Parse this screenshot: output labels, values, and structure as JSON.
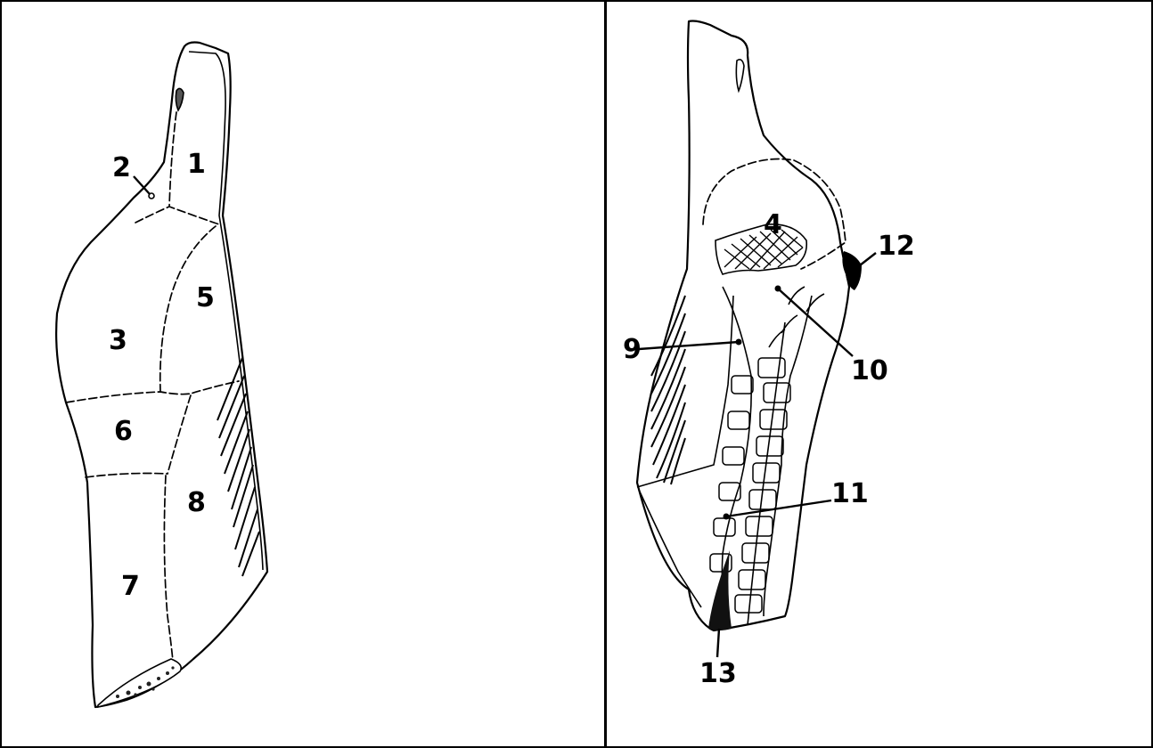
{
  "left_panel": {
    "labels": {
      "l1": "1",
      "l2": "2",
      "l3": "3",
      "l5": "5",
      "l6": "6",
      "l7": "7",
      "l8": "8"
    }
  },
  "right_panel": {
    "labels": {
      "l4": "4",
      "l9": "9",
      "l10": "10",
      "l11": "11",
      "l12": "12",
      "l13": "13"
    }
  },
  "colors": {
    "ink": "#000000",
    "paper": "#ffffff"
  }
}
